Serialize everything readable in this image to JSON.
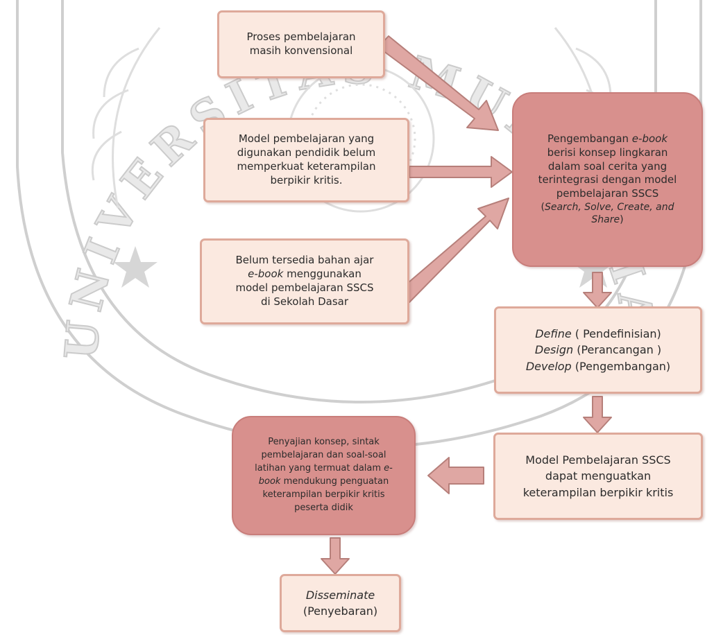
{
  "watermark": {
    "arc_text": "UNIVERSITAS MUHAMMADIYAH PURWOKERTO",
    "colors": {
      "stroke": "#c9c9c9",
      "fill": "#e7e7e7"
    }
  },
  "colors": {
    "light_fill": "#fbe9e0",
    "light_border": "#dea99a",
    "dark_fill": "#d8908d",
    "arrow_fill": "#dfa7a3",
    "arrow_stroke": "#b67f7a"
  },
  "boxes": {
    "proses": {
      "lines": [
        "Proses pembelajaran",
        "masih konvensional"
      ]
    },
    "model": {
      "lines": [
        "Model pembelajaran yang",
        "digunakan pendidik belum",
        "memperkuat keterampilan",
        "berpikir kritis."
      ]
    },
    "belum": {
      "line1": "Belum tersedia bahan ajar",
      "line2_em": "e-book",
      "line2_rest": " menggunakan",
      "line3": "model pembelajaran SSCS",
      "line4": "di Sekolah Dasar"
    },
    "pengembangan": {
      "l1_pre": "Pengembangan ",
      "l1_em": "e-book",
      "l2": "berisi konsep lingkaran",
      "l3": "dalam  soal cerita yang",
      "l4": "terintegrasi dengan model",
      "l5": "pembelajaran SSCS",
      "l6_pre": "(",
      "l6_em": "Search, Solve, Create, and",
      "l7_em": "Share",
      "l7_post": ")"
    },
    "define": {
      "l1_em": "Define",
      "l1_rest": " ( Pendefinisian)",
      "l2_em": "Design",
      "l2_rest": " (Perancangan )",
      "l3_em": "Develop",
      "l3_rest": " (Pengembangan)"
    },
    "model_sscs": {
      "lines": [
        "Model Pembelajaran SSCS",
        "dapat menguatkan",
        "keterampilan berpikir kritis"
      ]
    },
    "penyajian": {
      "l1": "Penyajian konsep, sintak",
      "l2": "pembelajaran dan soal-soal",
      "l3_pre": "latihan yang termuat dalam ",
      "l3_em": "e-",
      "l4_em": "book",
      "l4_rest": " mendukung penguatan",
      "l5": "keterampilan berpikir kritis",
      "l6": "peserta didik"
    },
    "disseminate": {
      "l1_em": "Disseminate",
      "l2": "(Penyebaran)"
    }
  }
}
